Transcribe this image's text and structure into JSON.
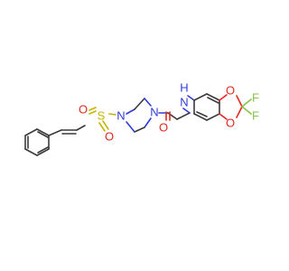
{
  "atoms": {
    "f_top": "F",
    "f_bottom": "F",
    "o_ring_top": "O",
    "o_ring_bottom": "O",
    "n_amide": "N",
    "h_amide": "H",
    "o_carbonyl": "O",
    "n_pip_1": "N",
    "n_pip_4": "N",
    "s_sulfonyl": "S",
    "o_sulf_left": "O",
    "o_sulf_bottom": "O"
  },
  "colors": {
    "carbon": "#3a3a3a",
    "nitrogen": "#2f3dd6",
    "oxygen": "#e2281c",
    "sulfur": "#c7b400",
    "fluorine": "#86c14b"
  }
}
